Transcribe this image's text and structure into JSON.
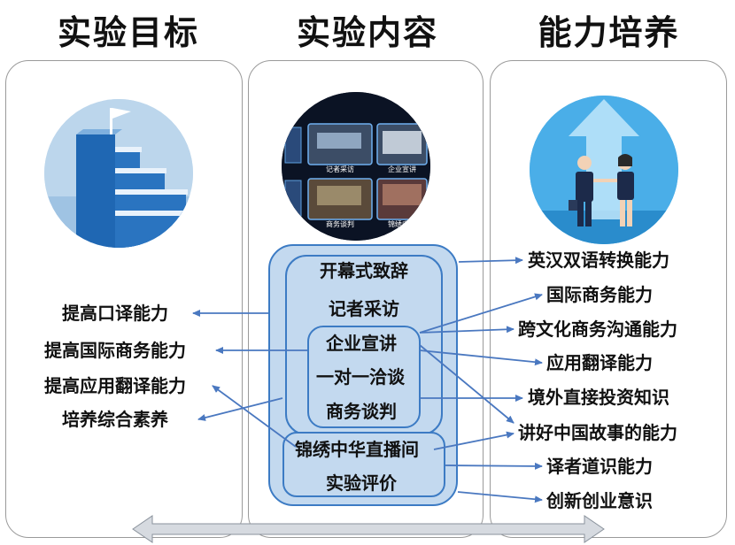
{
  "headings": {
    "left": "实验目标",
    "middle": "实验内容",
    "right": "能力培养"
  },
  "goals": [
    "提高口译能力",
    "提高国际商务能力",
    "提高应用翻译能力",
    "培养综合素养"
  ],
  "content": {
    "items": [
      "开幕式致辞",
      "记者采访",
      "企业宣讲",
      "一对一洽谈",
      "商务谈判",
      "锦绣中华直播间",
      "实验评价"
    ],
    "screen_labels": [
      "记者采访",
      "企业宣讲",
      "商务谈判",
      "锦绣中华"
    ]
  },
  "abilities": [
    "英汉双语转换能力",
    "国际商务能力",
    "跨文化商务沟通能力",
    "应用翻译能力",
    "境外直接投资知识",
    "讲好中国故事的能力",
    "译者道识能力",
    "创新创业意识"
  ],
  "colors": {
    "arrow": "#4a78c0",
    "box_fill": "#c3d9ef",
    "box_border": "#3c7bc4",
    "panel_border": "#9a9a9a",
    "stairs_blue": "#1f67b3",
    "sky_blue": "#4aaee8"
  },
  "icons": [
    "stairs-flag-icon",
    "screens-icon",
    "handshake-arrow-icon",
    "double-arrow-icon"
  ]
}
